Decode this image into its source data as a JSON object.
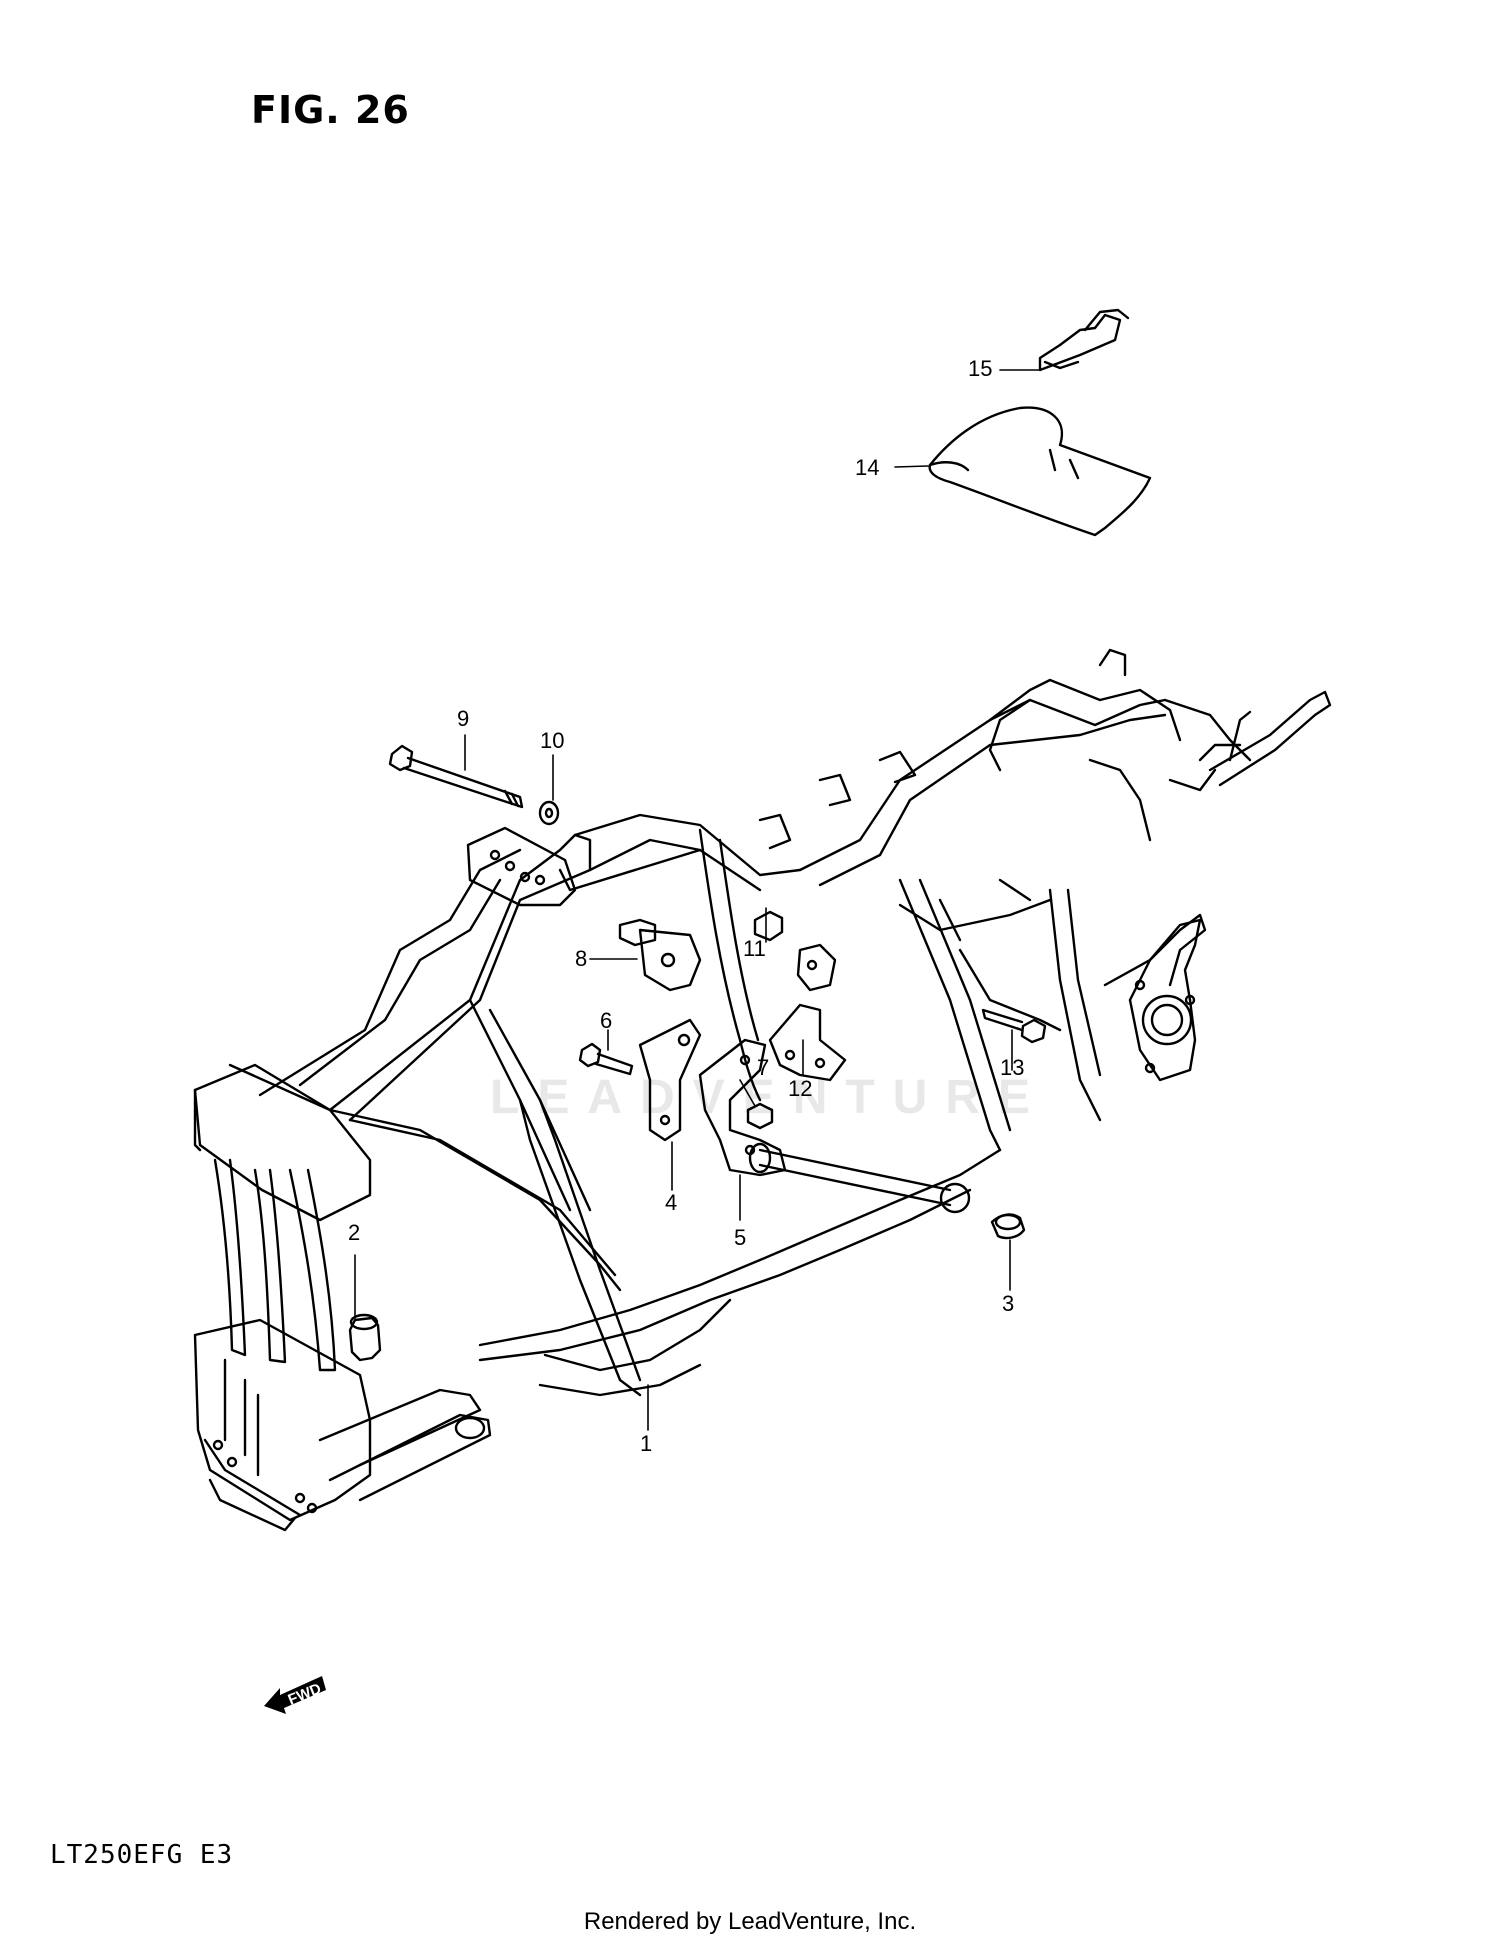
{
  "figure": {
    "title": "FIG. 26"
  },
  "parts": [
    {
      "id": "1",
      "label": "1"
    },
    {
      "id": "2",
      "label": "2"
    },
    {
      "id": "3",
      "label": "3"
    },
    {
      "id": "4",
      "label": "4"
    },
    {
      "id": "5",
      "label": "5"
    },
    {
      "id": "6",
      "label": "6"
    },
    {
      "id": "7",
      "label": "7"
    },
    {
      "id": "8",
      "label": "8"
    },
    {
      "id": "9",
      "label": "9"
    },
    {
      "id": "10",
      "label": "10"
    },
    {
      "id": "11",
      "label": "11"
    },
    {
      "id": "12",
      "label": "12"
    },
    {
      "id": "13",
      "label": "13"
    },
    {
      "id": "14",
      "label": "14"
    },
    {
      "id": "15",
      "label": "15"
    }
  ],
  "direction_badge": "FWD",
  "watermark": "LEADVENTURE",
  "footer": {
    "model_code": "LT250EFG  E3",
    "credit": "Rendered by LeadVenture, Inc."
  }
}
